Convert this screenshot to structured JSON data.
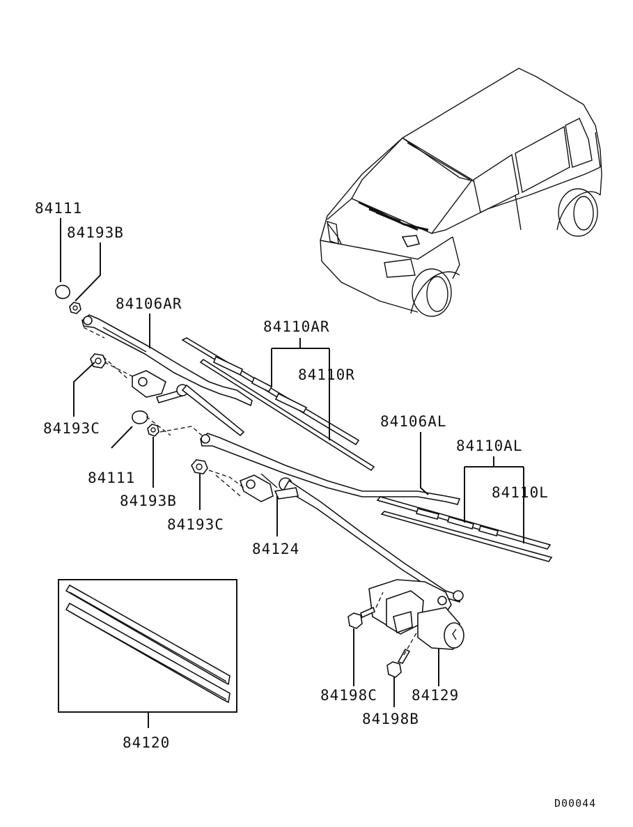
{
  "diagram": {
    "labels": {
      "p84111_top": "84111",
      "p84193B_top": "84193B",
      "p84106AR": "84106AR",
      "p84110AR": "84110AR",
      "p84110R": "84110R",
      "p84193C_left": "84193C",
      "p84111_mid": "84111",
      "p84193B_mid": "84193B",
      "p84193C_mid": "84193C",
      "p84124": "84124",
      "p84106AL": "84106AL",
      "p84110AL": "84110AL",
      "p84110L": "84110L",
      "p84120": "84120",
      "p84198C": "84198C",
      "p84198B": "84198B",
      "p84129": "84129"
    },
    "drawing_code": "D00044"
  }
}
